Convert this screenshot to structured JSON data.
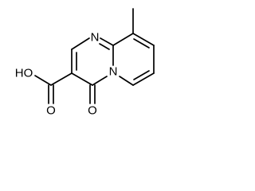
{
  "molecule": {
    "atoms": {
      "n_top": "N",
      "n_ring": "N",
      "carbonyl_o": "O",
      "hydroxyl": "HO",
      "acid_o": "O"
    }
  }
}
